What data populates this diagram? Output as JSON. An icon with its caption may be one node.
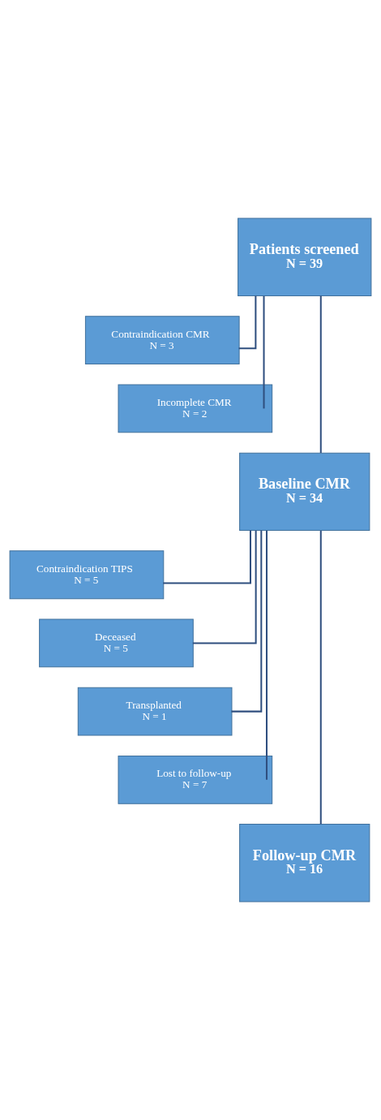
{
  "diagram": {
    "nodes": [
      {
        "text": [
          "Patients screened",
          "N = 39"
        ]
      },
      {
        "text": [
          "Contraindication CMR",
          "N = 3"
        ]
      },
      {
        "text": [
          "Incomplete CMR",
          "N = 2"
        ]
      },
      {
        "text": [
          "Baseline CMR",
          "N = 34"
        ]
      },
      {
        "text": [
          "Contraindication TIPS",
          "N = 5"
        ]
      },
      {
        "text": [
          "Deceased",
          "N = 5"
        ]
      },
      {
        "text": [
          "Transplanted",
          "N = 1"
        ]
      },
      {
        "text": [
          "Lost to follow-up",
          "N = 7"
        ]
      },
      {
        "text": [
          "Follow-up CMR",
          "N = 16"
        ]
      }
    ],
    "edges": [
      {
        "from": 0,
        "to": 1,
        "arrow": "none"
      },
      {
        "from": 0,
        "to": 2,
        "arrow": "none"
      },
      {
        "from": 0,
        "to": 3,
        "arrow": "none"
      },
      {
        "from": 3,
        "to": 4,
        "arrow": "none"
      },
      {
        "from": 3,
        "to": 5,
        "arrow": "none"
      },
      {
        "from": 3,
        "to": 6,
        "arrow": "none"
      },
      {
        "from": 3,
        "to": 7,
        "arrow": "none"
      },
      {
        "from": 3,
        "to": 8,
        "arrow": "none"
      }
    ]
  }
}
